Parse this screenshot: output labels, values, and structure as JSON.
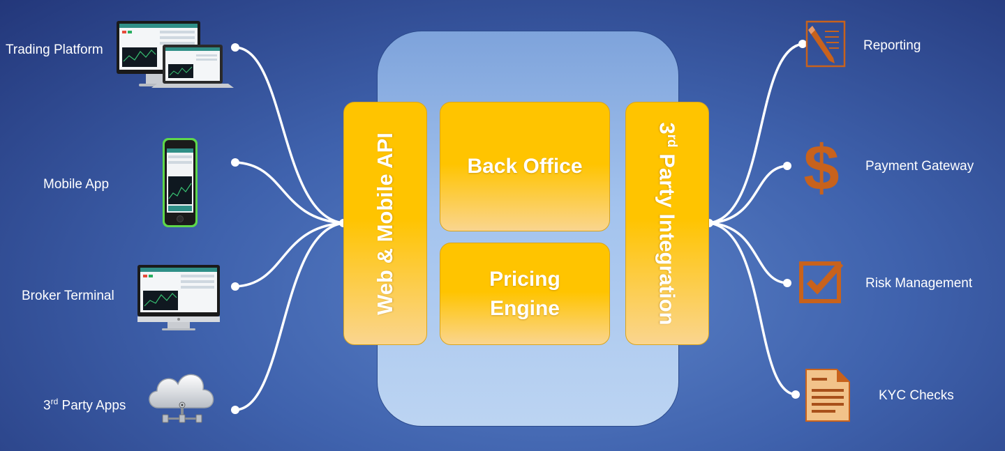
{
  "left_items": [
    {
      "label": "Trading Platform",
      "icon": "desktop-laptop-icon"
    },
    {
      "label": "Mobile App",
      "icon": "smartphone-icon"
    },
    {
      "label": "Broker Terminal",
      "icon": "desktop-monitor-icon"
    },
    {
      "label_main": "3",
      "label_sup": "rd",
      "label_rest": " Party Apps",
      "icon": "cloud-network-icon"
    }
  ],
  "core": {
    "api_label": "Web & Mobile API",
    "back_office": "Back Office",
    "pricing_line1": "Pricing",
    "pricing_line2": "Engine",
    "integration_num": "3",
    "integration_sup": "rd",
    "integration_rest": " Party Integration"
  },
  "right_items": [
    {
      "label": "Reporting",
      "icon": "report-pencil-icon"
    },
    {
      "label": "Payment Gateway",
      "icon": "dollar-icon"
    },
    {
      "label": "Risk Management",
      "icon": "checkbox-check-icon"
    },
    {
      "label": "KYC Checks",
      "icon": "document-icon"
    }
  ],
  "colors": {
    "accent": "#ffc400",
    "icon_orange": "#c8621c",
    "background": "#3f62ad",
    "core_panel": "#a3c3ee"
  }
}
